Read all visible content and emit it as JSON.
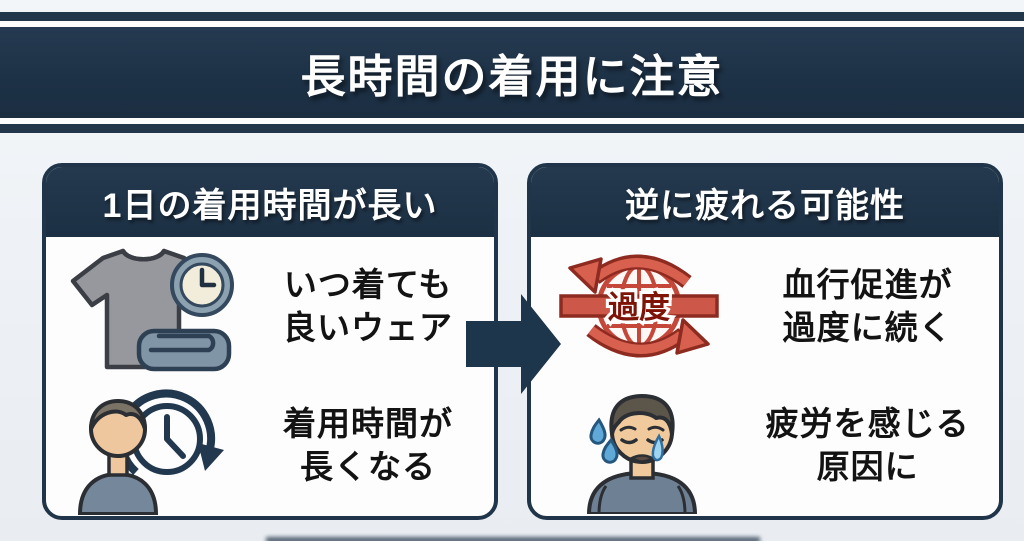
{
  "page": {
    "title": "長時間の着用に注意"
  },
  "cards": {
    "left": {
      "header": "1日の着用時間が長い",
      "items": [
        {
          "icon": "shirt-clock-icon",
          "line1": "いつ着ても",
          "line2": "良いウェア"
        },
        {
          "icon": "person-history-clock-icon",
          "line1": "着用時間が",
          "line2": "長くなる"
        }
      ]
    },
    "right": {
      "header": "逆に疲れる可能性",
      "items": [
        {
          "icon": "overwork-circulation-icon",
          "badge": "過度",
          "line1": "血行促進が",
          "line2": "過度に続く"
        },
        {
          "icon": "tired-person-icon",
          "line1": "疲労を感じる",
          "line2": "原因に"
        }
      ]
    }
  },
  "colors": {
    "navy": "#1e3448",
    "red": "#c74a3c",
    "dark_red": "#8e2b20",
    "background": "#edf1f5"
  }
}
